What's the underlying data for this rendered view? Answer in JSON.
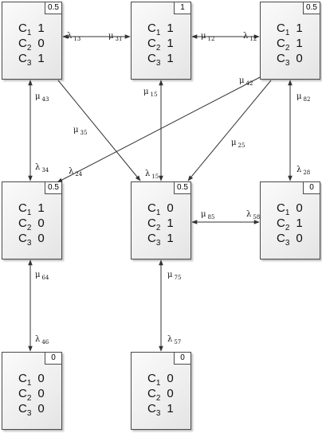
{
  "states": [
    {
      "id": "1",
      "prob": "0.5",
      "rows": [
        {
          "comp": "C",
          "idx": "1",
          "val": "1"
        },
        {
          "comp": "C",
          "idx": "2",
          "val": "0"
        },
        {
          "comp": "C",
          "idx": "3",
          "val": "1"
        }
      ]
    },
    {
      "id": "2",
      "prob": "1",
      "rows": [
        {
          "comp": "C",
          "idx": "1",
          "val": "1"
        },
        {
          "comp": "C",
          "idx": "2",
          "val": "1"
        },
        {
          "comp": "C",
          "idx": "3",
          "val": "1"
        }
      ]
    },
    {
      "id": "3",
      "prob": "0.5",
      "rows": [
        {
          "comp": "C",
          "idx": "1",
          "val": "1"
        },
        {
          "comp": "C",
          "idx": "2",
          "val": "1"
        },
        {
          "comp": "C",
          "idx": "3",
          "val": "0"
        }
      ]
    },
    {
      "id": "4",
      "prob": "0.5",
      "rows": [
        {
          "comp": "C",
          "idx": "1",
          "val": "1"
        },
        {
          "comp": "C",
          "idx": "2",
          "val": "0"
        },
        {
          "comp": "C",
          "idx": "3",
          "val": "0"
        }
      ]
    },
    {
      "id": "5",
      "prob": "0.5",
      "rows": [
        {
          "comp": "C",
          "idx": "1",
          "val": "0"
        },
        {
          "comp": "C",
          "idx": "2",
          "val": "1"
        },
        {
          "comp": "C",
          "idx": "3",
          "val": "1"
        }
      ]
    },
    {
      "id": "8",
      "prob": "0",
      "rows": [
        {
          "comp": "C",
          "idx": "1",
          "val": "0"
        },
        {
          "comp": "C",
          "idx": "2",
          "val": "1"
        },
        {
          "comp": "C",
          "idx": "3",
          "val": "0"
        }
      ]
    },
    {
      "id": "6",
      "prob": "0",
      "rows": [
        {
          "comp": "C",
          "idx": "1",
          "val": "0"
        },
        {
          "comp": "C",
          "idx": "2",
          "val": "0"
        },
        {
          "comp": "C",
          "idx": "3",
          "val": "0"
        }
      ]
    },
    {
      "id": "7",
      "prob": "0",
      "rows": [
        {
          "comp": "C",
          "idx": "1",
          "val": "0"
        },
        {
          "comp": "C",
          "idx": "2",
          "val": "0"
        },
        {
          "comp": "C",
          "idx": "3",
          "val": "1"
        }
      ]
    }
  ],
  "rates": [
    {
      "sym": "λ",
      "sub": "13"
    },
    {
      "sym": "μ",
      "sub": "31"
    },
    {
      "sym": "μ",
      "sub": "12"
    },
    {
      "sym": "λ",
      "sub": "12"
    },
    {
      "sym": "μ",
      "sub": "43"
    },
    {
      "sym": "μ",
      "sub": "15"
    },
    {
      "sym": "μ",
      "sub": "42"
    },
    {
      "sym": "μ",
      "sub": "82"
    },
    {
      "sym": "μ",
      "sub": "35"
    },
    {
      "sym": "μ",
      "sub": "25"
    },
    {
      "sym": "λ",
      "sub": "34"
    },
    {
      "sym": "λ",
      "sub": "24"
    },
    {
      "sym": "λ",
      "sub": "15"
    },
    {
      "sym": "λ",
      "sub": "28"
    },
    {
      "sym": "μ",
      "sub": "85"
    },
    {
      "sym": "λ",
      "sub": "58"
    },
    {
      "sym": "μ",
      "sub": "64"
    },
    {
      "sym": "μ",
      "sub": "75"
    },
    {
      "sym": "λ",
      "sub": "46"
    },
    {
      "sym": "λ",
      "sub": "57"
    }
  ]
}
